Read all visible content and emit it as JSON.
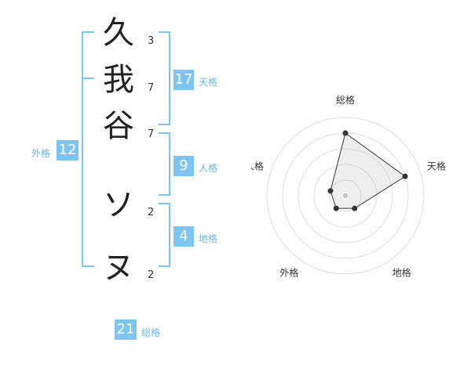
{
  "name_chars": [
    {
      "char": "久",
      "strokes": "3"
    },
    {
      "char": "我",
      "strokes": "7"
    },
    {
      "char": "谷",
      "strokes": "7"
    },
    {
      "char": "ソ",
      "strokes": "2"
    },
    {
      "char": "ヌ",
      "strokes": "2"
    }
  ],
  "fortunes": {
    "tenkaku": {
      "value": "17",
      "label": "天格"
    },
    "jinkaku": {
      "value": "9",
      "label": "人格"
    },
    "chikaku": {
      "value": "4",
      "label": "地格"
    },
    "gaikaku": {
      "value": "12",
      "label": "外格"
    },
    "soukaku": {
      "value": "21",
      "label": "総格"
    }
  },
  "radar": {
    "axes": [
      "総格",
      "天格",
      "地格",
      "外格",
      "人格"
    ],
    "values": [
      4,
      4,
      1,
      1,
      1
    ],
    "max": 5
  },
  "colors": {
    "accent": "#7ec4f1",
    "accent_text": "#6bb6ea"
  }
}
